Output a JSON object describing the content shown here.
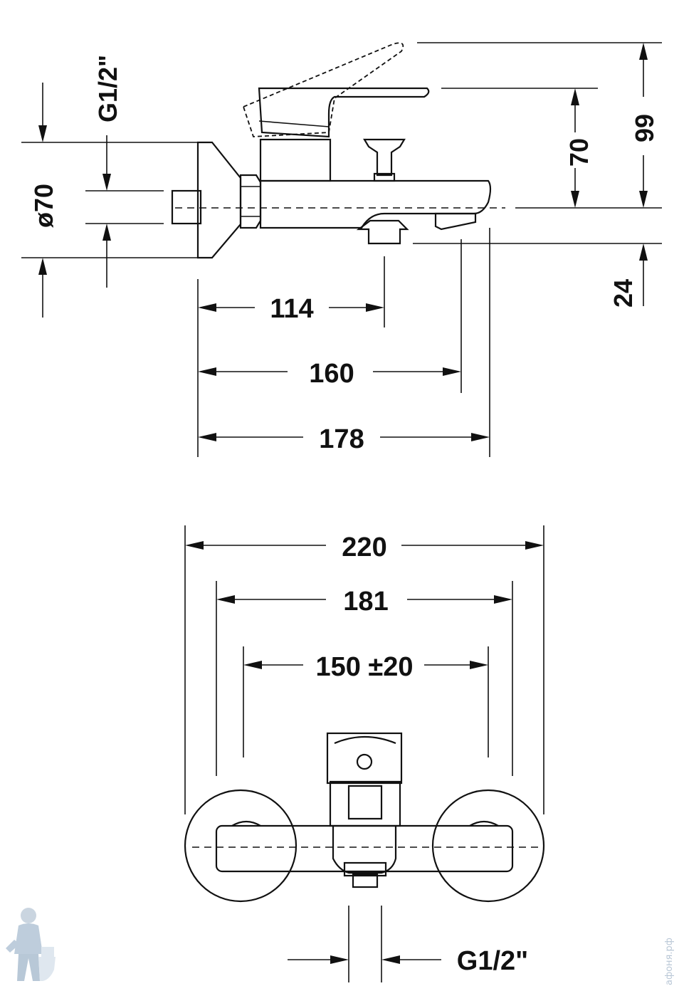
{
  "side_view": {
    "dim_thread_label": "G1/2\"",
    "dim_diameter_label": "ø70",
    "dim_height_lever_label": "70",
    "dim_height_total_label": "99",
    "dim_spout_drop_label": "24",
    "dim_114_label": "114",
    "dim_160_label": "160",
    "dim_178_label": "178"
  },
  "front_view": {
    "dim_220_label": "220",
    "dim_181_label": "181",
    "dim_150_label": "150 ±20",
    "dim_thread_label": "G1/2\""
  },
  "watermark": {
    "text": "афоня.рф"
  }
}
